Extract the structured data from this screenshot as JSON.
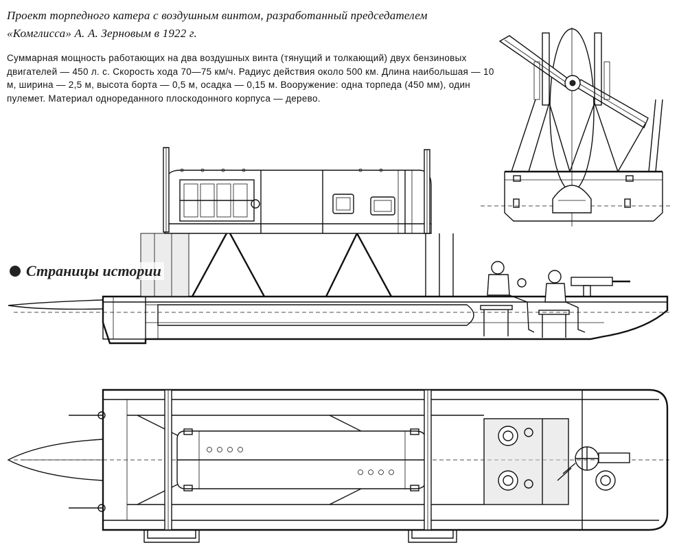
{
  "caption": {
    "title": "Проект торпедного катера с воздушным винтом, разработанный председателем «Комглисса» А. А. Зерновым в 1922 г.",
    "specs": "Суммарная мощность работающих на два воздушных винта (тянущий и толкающий) двух бензиновых двигателей — 450 л. с. Скорость хода 70—75 км/ч. Радиус действия около 500 км. Длина наибольшая — 10 м, ширина — 2,5 м, высота борта — 0,5 м, осадка — 0,15 м. Вооружение: одна торпеда (450 мм), один пулемет. Материал однореданного плоскодонного корпуса — дерево."
  },
  "section_tag": {
    "label": "Страницы истории"
  }
}
